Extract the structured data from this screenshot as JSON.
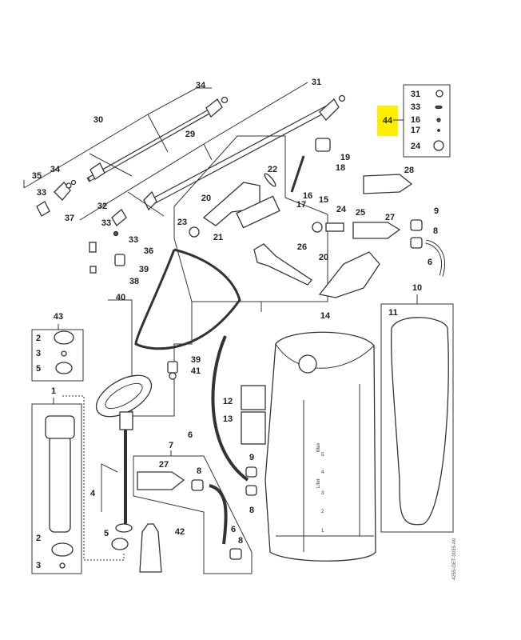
{
  "diagram": {
    "highlight_color": "#ffee00",
    "highlighted_part": "44",
    "drawing_code": "4255-GET-0035-A0",
    "tank_scale": {
      "max_label": "Max",
      "unit_label": "Liter",
      "ticks": [
        "1",
        "2",
        "3",
        "4",
        "5"
      ]
    },
    "callouts": [
      "34",
      "31",
      "30",
      "29",
      "44",
      "31",
      "33",
      "16",
      "17",
      "24",
      "19",
      "18",
      "22",
      "28",
      "35",
      "34",
      "33",
      "20",
      "16",
      "15",
      "17",
      "32",
      "37",
      "24",
      "25",
      "27",
      "9",
      "23",
      "21",
      "33",
      "8",
      "33",
      "36",
      "26",
      "20",
      "39",
      "6",
      "38",
      "40",
      "10",
      "14",
      "11",
      "43",
      "2",
      "3",
      "5",
      "39",
      "41",
      "1",
      "12",
      "13",
      "6",
      "7",
      "27",
      "8",
      "9",
      "8",
      "4",
      "5",
      "2",
      "3",
      "42",
      "6",
      "8"
    ]
  }
}
